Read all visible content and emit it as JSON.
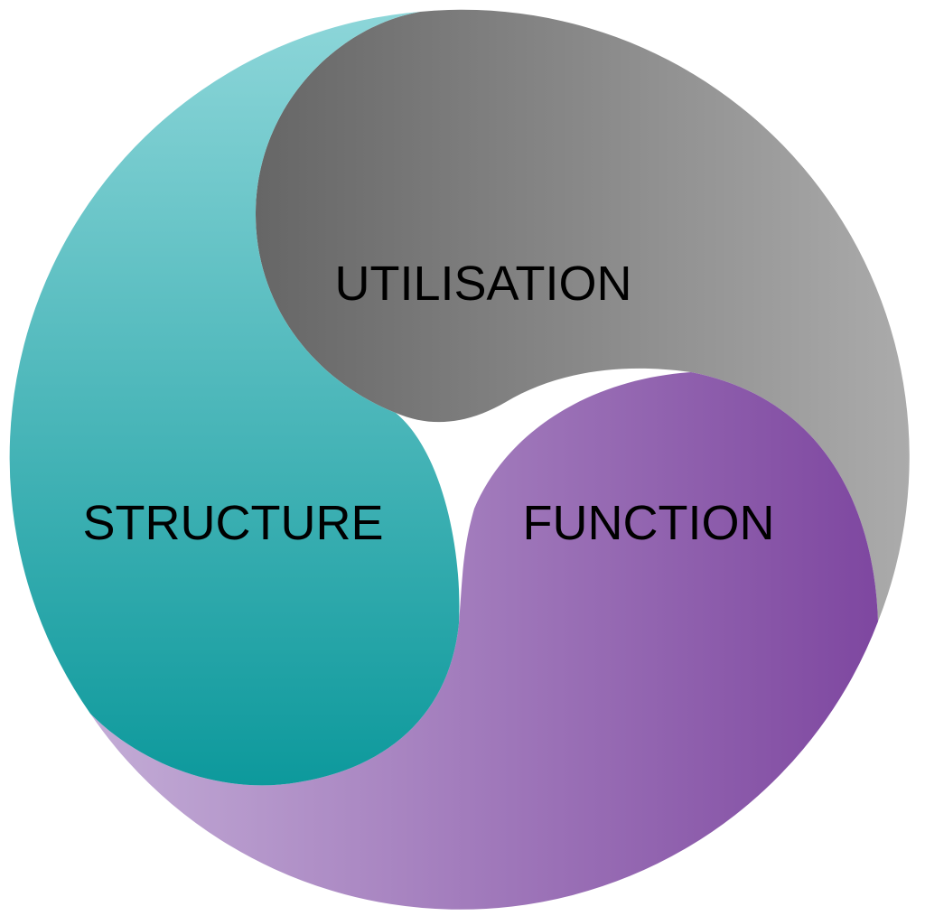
{
  "diagram": {
    "segments": [
      {
        "id": "utilisation",
        "label": "UTILISATION",
        "gradient": [
          "#666666",
          "#ababab"
        ]
      },
      {
        "id": "structure",
        "label": "STRUCTURE",
        "gradient": [
          "#8dd6d9",
          "#0d999c"
        ]
      },
      {
        "id": "function",
        "label": "FUNCTION",
        "gradient": [
          "#c3acd6",
          "#7e47a0"
        ]
      }
    ]
  }
}
